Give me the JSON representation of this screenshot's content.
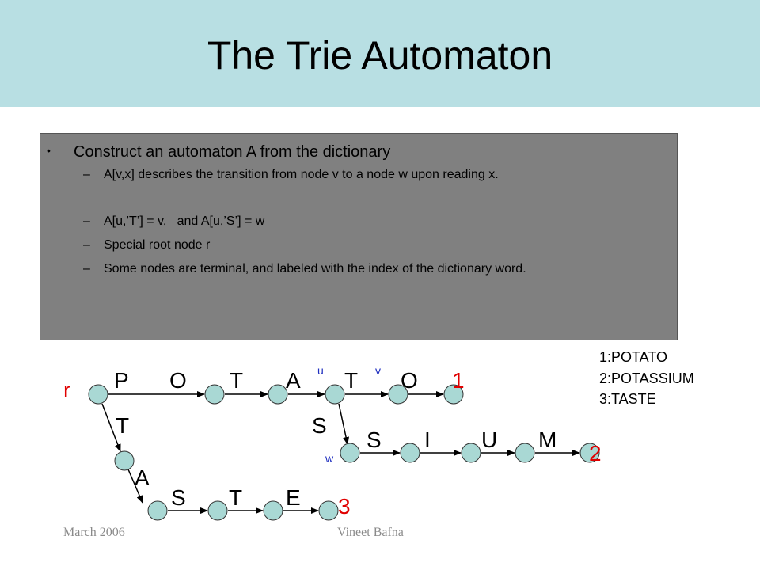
{
  "title": "The Trie Automaton",
  "bullets": {
    "main": "Construct an automaton A from the dictionary",
    "sub": [
      "A[v,x] describes the transition from node v to a node w upon reading x.",
      "A[u,’T’] = v,   and A[u,’S’] = w",
      "Special root node r",
      "Some nodes are terminal, and labeled with the index of the dictionary word."
    ]
  },
  "legend": [
    "1:POTATO",
    "2:POTASSIUM",
    "3:TASTE"
  ],
  "diagram": {
    "root_label": "r",
    "path1_letters": [
      "P",
      "O",
      "T",
      "A",
      "T",
      "O"
    ],
    "path2_letters": [
      "S",
      "I",
      "U",
      "M"
    ],
    "branch_s": "S",
    "path3_first": [
      "T",
      "A"
    ],
    "path3_letters": [
      "S",
      "T",
      "E"
    ],
    "terminals": [
      "1",
      "2",
      "3"
    ],
    "node_names": {
      "u": "u",
      "v": "v",
      "w": "w"
    },
    "colors": {
      "node_fill": "#a9d8d4",
      "terminal": "#e00000",
      "node_label": "#1f2fbf"
    }
  },
  "footer": {
    "left": "March 2006",
    "right": "Vineet Bafna"
  }
}
